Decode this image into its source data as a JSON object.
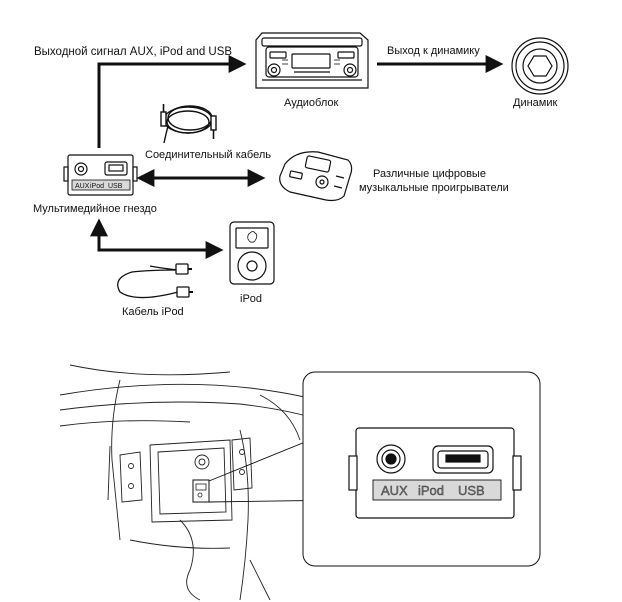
{
  "labels": {
    "signal_output": "Выходной сигнал AUX, iPod and USB",
    "speaker_output": "Выход к динамику",
    "head_unit": "Аудиоблок",
    "speaker": "Динамик",
    "connector_cable": "Соединительный кабель",
    "digital_players_line1": "Различные цифровые",
    "digital_players_line2": "музыкальные проигрыватели",
    "multimedia_jack": "Мультимедийное гнездо",
    "ipod": "iPod",
    "ipod_cable": "Кабель iPod"
  },
  "port_labels": {
    "aux": "AUX",
    "ipod": "iPod",
    "usb": "USB"
  },
  "colors": {
    "line": "#111111",
    "background": "#ffffff",
    "label_plate": "#d9d9d9"
  }
}
